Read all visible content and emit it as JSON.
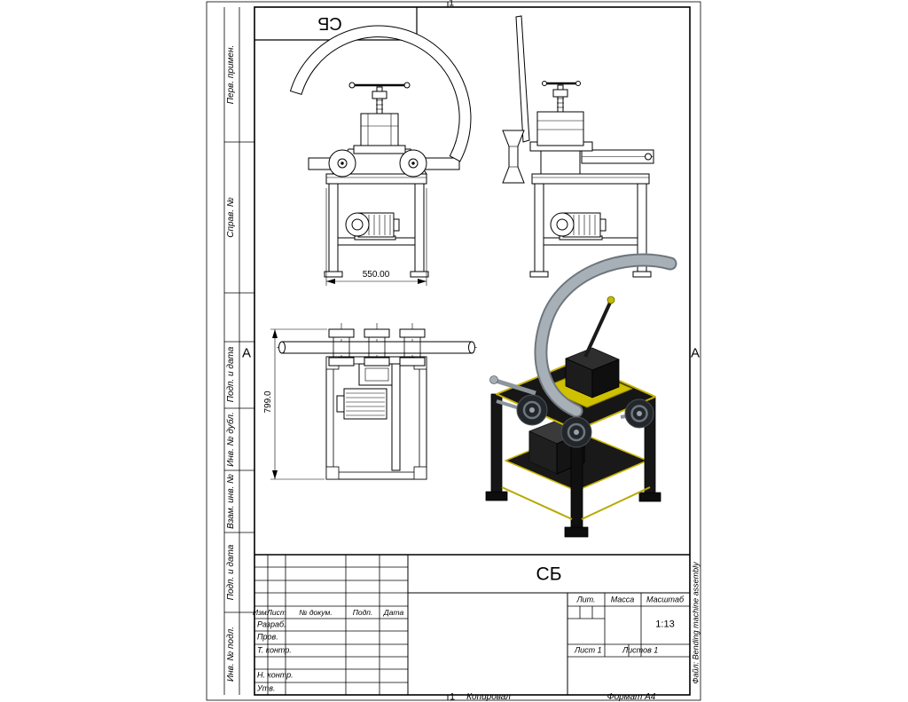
{
  "sheet": {
    "background": "#ffffff",
    "line_color": "#000000",
    "top_page_number": "1",
    "bottom_page_number": "1",
    "copied_by_label": "Копировал",
    "format_label": "Формат A4",
    "file_note": "Файл: Bending machine assembly",
    "rotated_designation": "СБ",
    "view_letter_left": "А",
    "view_letter_right": "А"
  },
  "left_margin_labels": [
    "Перв. примен.",
    "Справ. №",
    "Подп. и дата",
    "Инв. № дубл.",
    "Взам. инв. №",
    "Подп. и дата",
    "Инв. № подл."
  ],
  "title_block": {
    "designation": "СБ",
    "revision_header": [
      "Изм.",
      "Лист",
      "№ докум.",
      "Подп.",
      "Дата"
    ],
    "role_rows": [
      "Разраб.",
      "Пров.",
      "Т. контр.",
      "Н. контр.",
      "Утв."
    ],
    "literal_label": "Лит.",
    "mass_label": "Масса",
    "scale_label": "Масштаб",
    "scale_value": "1:13",
    "sheet_info": "Лист 1",
    "sheets_info": "Листов 1"
  },
  "dimensions": {
    "front_width": "550.00",
    "top_height": "799.0"
  },
  "iso_palette": {
    "frame_black": "#161616",
    "accent_yellow": "#c8b400",
    "plate_yellow": "#cfc000",
    "pipe_gray": "#a8b0b7",
    "pipe_edge_gray": "#6e767d",
    "steel_gray": "#8d959c"
  }
}
